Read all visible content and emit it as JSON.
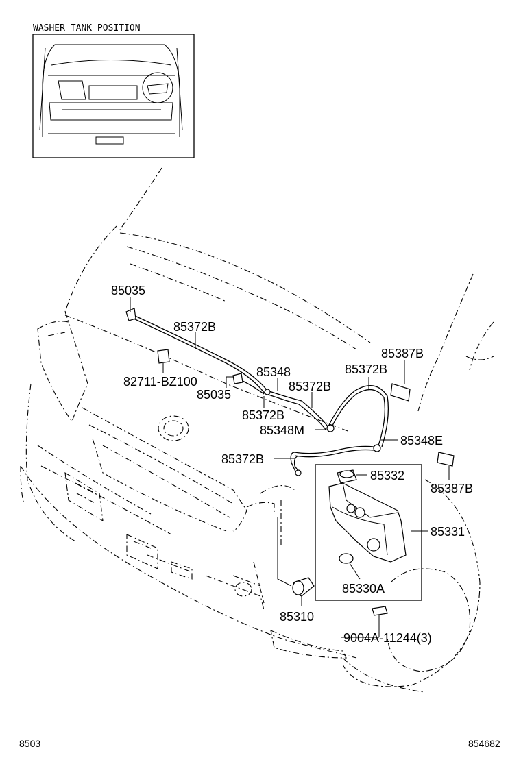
{
  "inset": {
    "title": "WASHER TANK POSITION"
  },
  "parts": {
    "p85035_top": "85035",
    "p85372B_1": "85372B",
    "p82711": "82711-BZ100",
    "p85348": "85348",
    "p85035_mid": "85035",
    "p85372B_2": "85372B",
    "p85372B_3": "85372B",
    "p85372B_4": "85372B",
    "p85387B_1": "85387B",
    "p85348M": "85348M",
    "p85348E": "85348E",
    "p85372B_5": "85372B",
    "p85332": "85332",
    "p85387B_2": "85387B",
    "p85331": "85331",
    "p85330A": "85330A",
    "p85310": "85310",
    "p9004A": "9004A-11244(3)"
  },
  "footer": {
    "left_code": "8503",
    "right_code": "854682"
  }
}
